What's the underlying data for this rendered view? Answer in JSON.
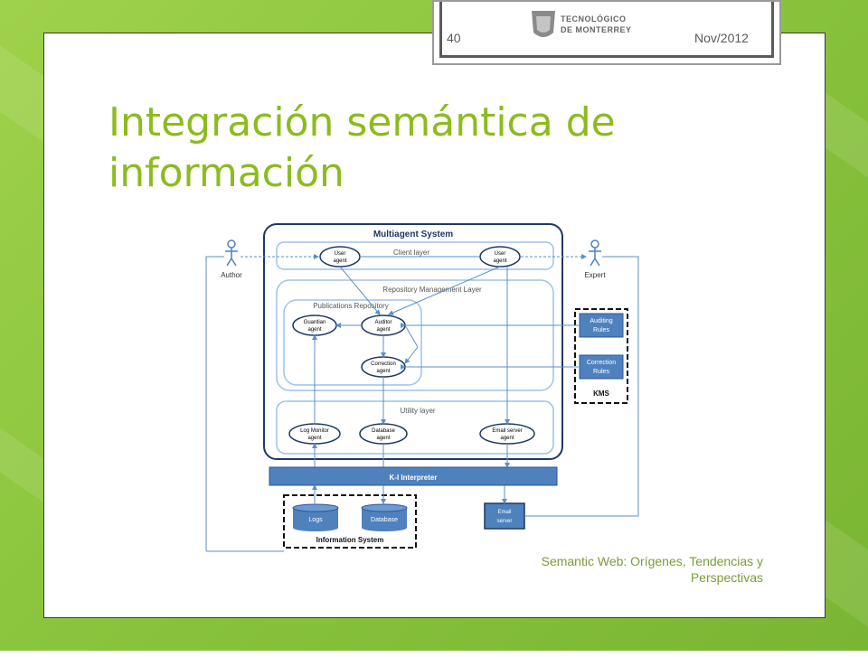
{
  "slide": {
    "number": "40",
    "date": "Nov/2012",
    "logo_line1": "TECNOLÓGICO",
    "logo_line2": "DE MONTERREY",
    "title_line1": "Integración semántica de",
    "title_line2": "información",
    "footer_line1": "Semantic Web: Orígenes, Tendencias y",
    "footer_line2": "Perspectivas"
  },
  "diagram": {
    "system_title": "Multiagent System",
    "client_layer": "Client layer",
    "repo_layer": "Repository Management Layer",
    "pub_repo": "Publications Repository",
    "utility_layer": "Utility layer",
    "user_agent_1a": "User",
    "user_agent_1b": "agent",
    "user_agent_2a": "User",
    "user_agent_2b": "agent",
    "guardian_a": "Guardian",
    "guardian_b": "agent",
    "auditor_a": "Auditor",
    "auditor_b": "agent",
    "correction_agent_a": "Correction",
    "correction_agent_b": "agent",
    "logmon_a": "Log Monitor",
    "logmon_b": "agent",
    "database_agent_a": "Database",
    "database_agent_b": "agent",
    "email_agent_a": "Email server",
    "email_agent_b": "agent",
    "author": "Author",
    "expert": "Expert",
    "auditing_a": "Auditing",
    "auditing_b": "Rules",
    "correction_rules_a": "Correction",
    "correction_rules_b": "Rules",
    "kms": "KMS",
    "interpreter": "K-I Interpreter",
    "logs": "Logs",
    "database": "Database",
    "info_system": "Information System",
    "email_server_a": "Email",
    "email_server_b": "server"
  },
  "colors": {
    "accent": "#8dbb1f",
    "diagram_blue": "#4f81bd",
    "diagram_dark": "#1f3864"
  }
}
